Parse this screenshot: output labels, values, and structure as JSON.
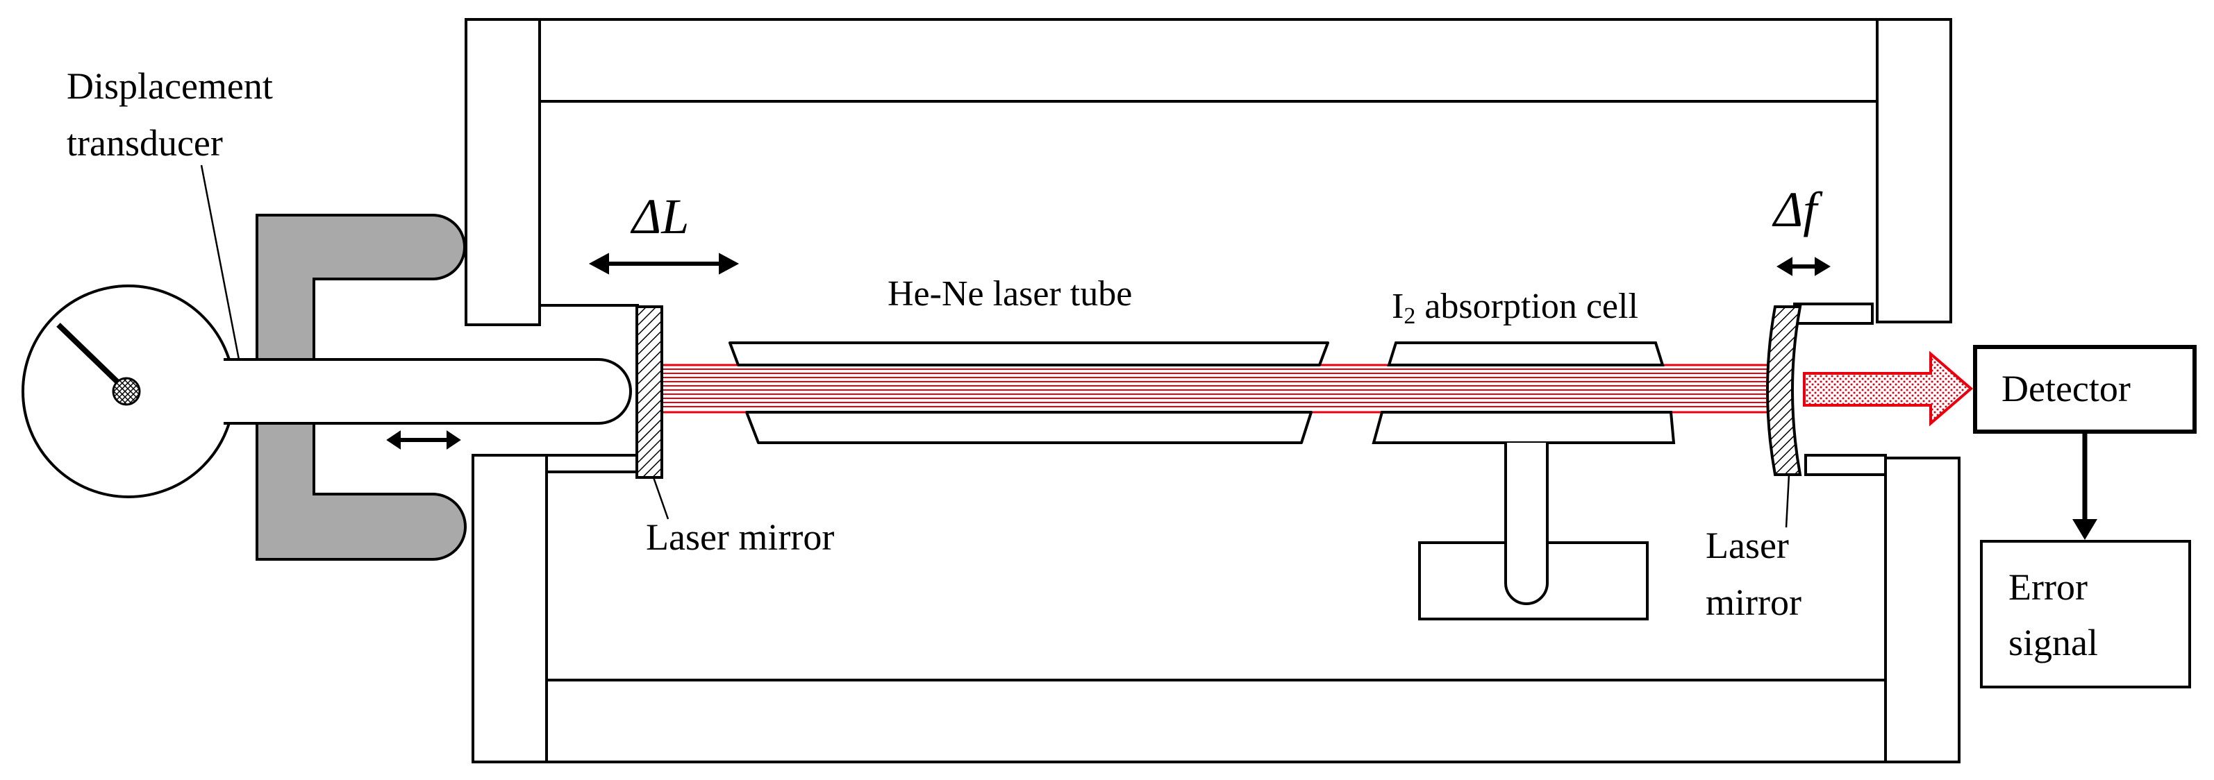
{
  "labels": {
    "displacement_transducer": [
      "Displacement",
      "transducer"
    ],
    "delta_L": "ΔL",
    "delta_f": "Δf",
    "laser_tube": "He-Ne laser tube",
    "absorption_cell_symbol": "I",
    "absorption_cell_subscript": "2",
    "absorption_cell_rest": " absorption cell",
    "left_mirror": "Laser mirror",
    "right_mirror": [
      "Laser",
      "mirror"
    ],
    "detector": "Detector",
    "error_signal": [
      "Error",
      "signal"
    ]
  },
  "colors": {
    "beam": "#e8000f",
    "actuator_fill": "#a9a9a9",
    "outline": "#000000"
  }
}
